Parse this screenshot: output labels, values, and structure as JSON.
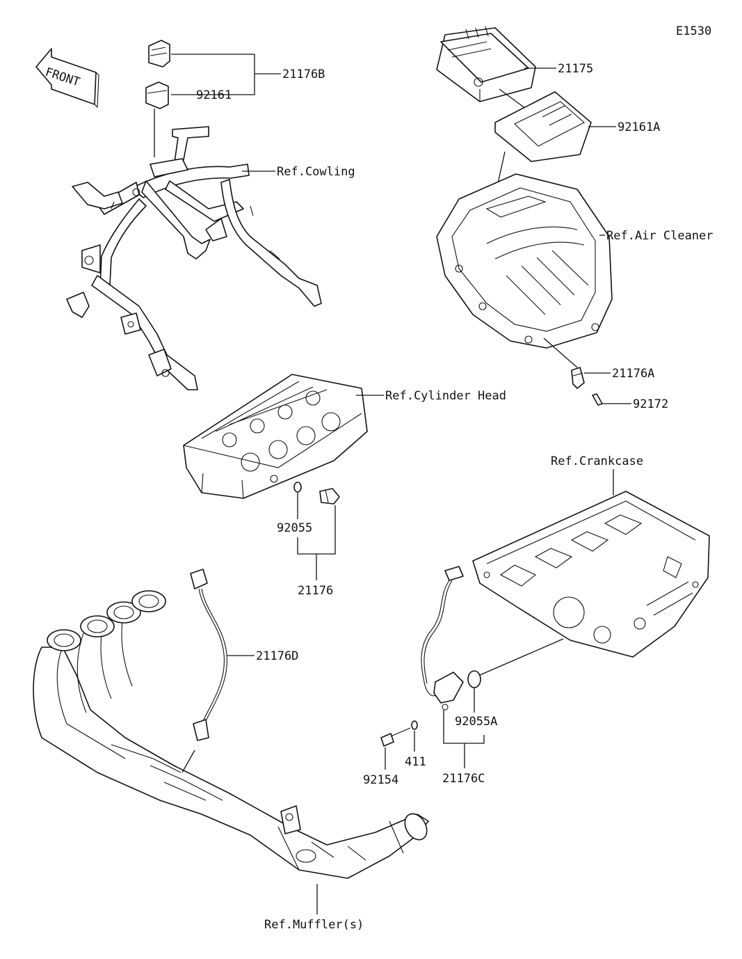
{
  "diagram_id": "E1530",
  "front_label": "FRONT",
  "labels": {
    "p21176B": "21176B",
    "p92161": "92161",
    "ref_cowling": "Ref.Cowling",
    "p21175": "21175",
    "p92161A": "92161A",
    "ref_air_cleaner": "Ref.Air Cleaner",
    "p21176A": "21176A",
    "p92172": "92172",
    "ref_cylinder_head": "Ref.Cylinder Head",
    "p92055": "92055",
    "p21176": "21176",
    "ref_crankcase": "Ref.Crankcase",
    "p21176D": "21176D",
    "p92055A": "92055A",
    "p92154": "92154",
    "p411": "411",
    "p21176C": "21176C",
    "ref_muffler": "Ref.Muffler(s)"
  }
}
